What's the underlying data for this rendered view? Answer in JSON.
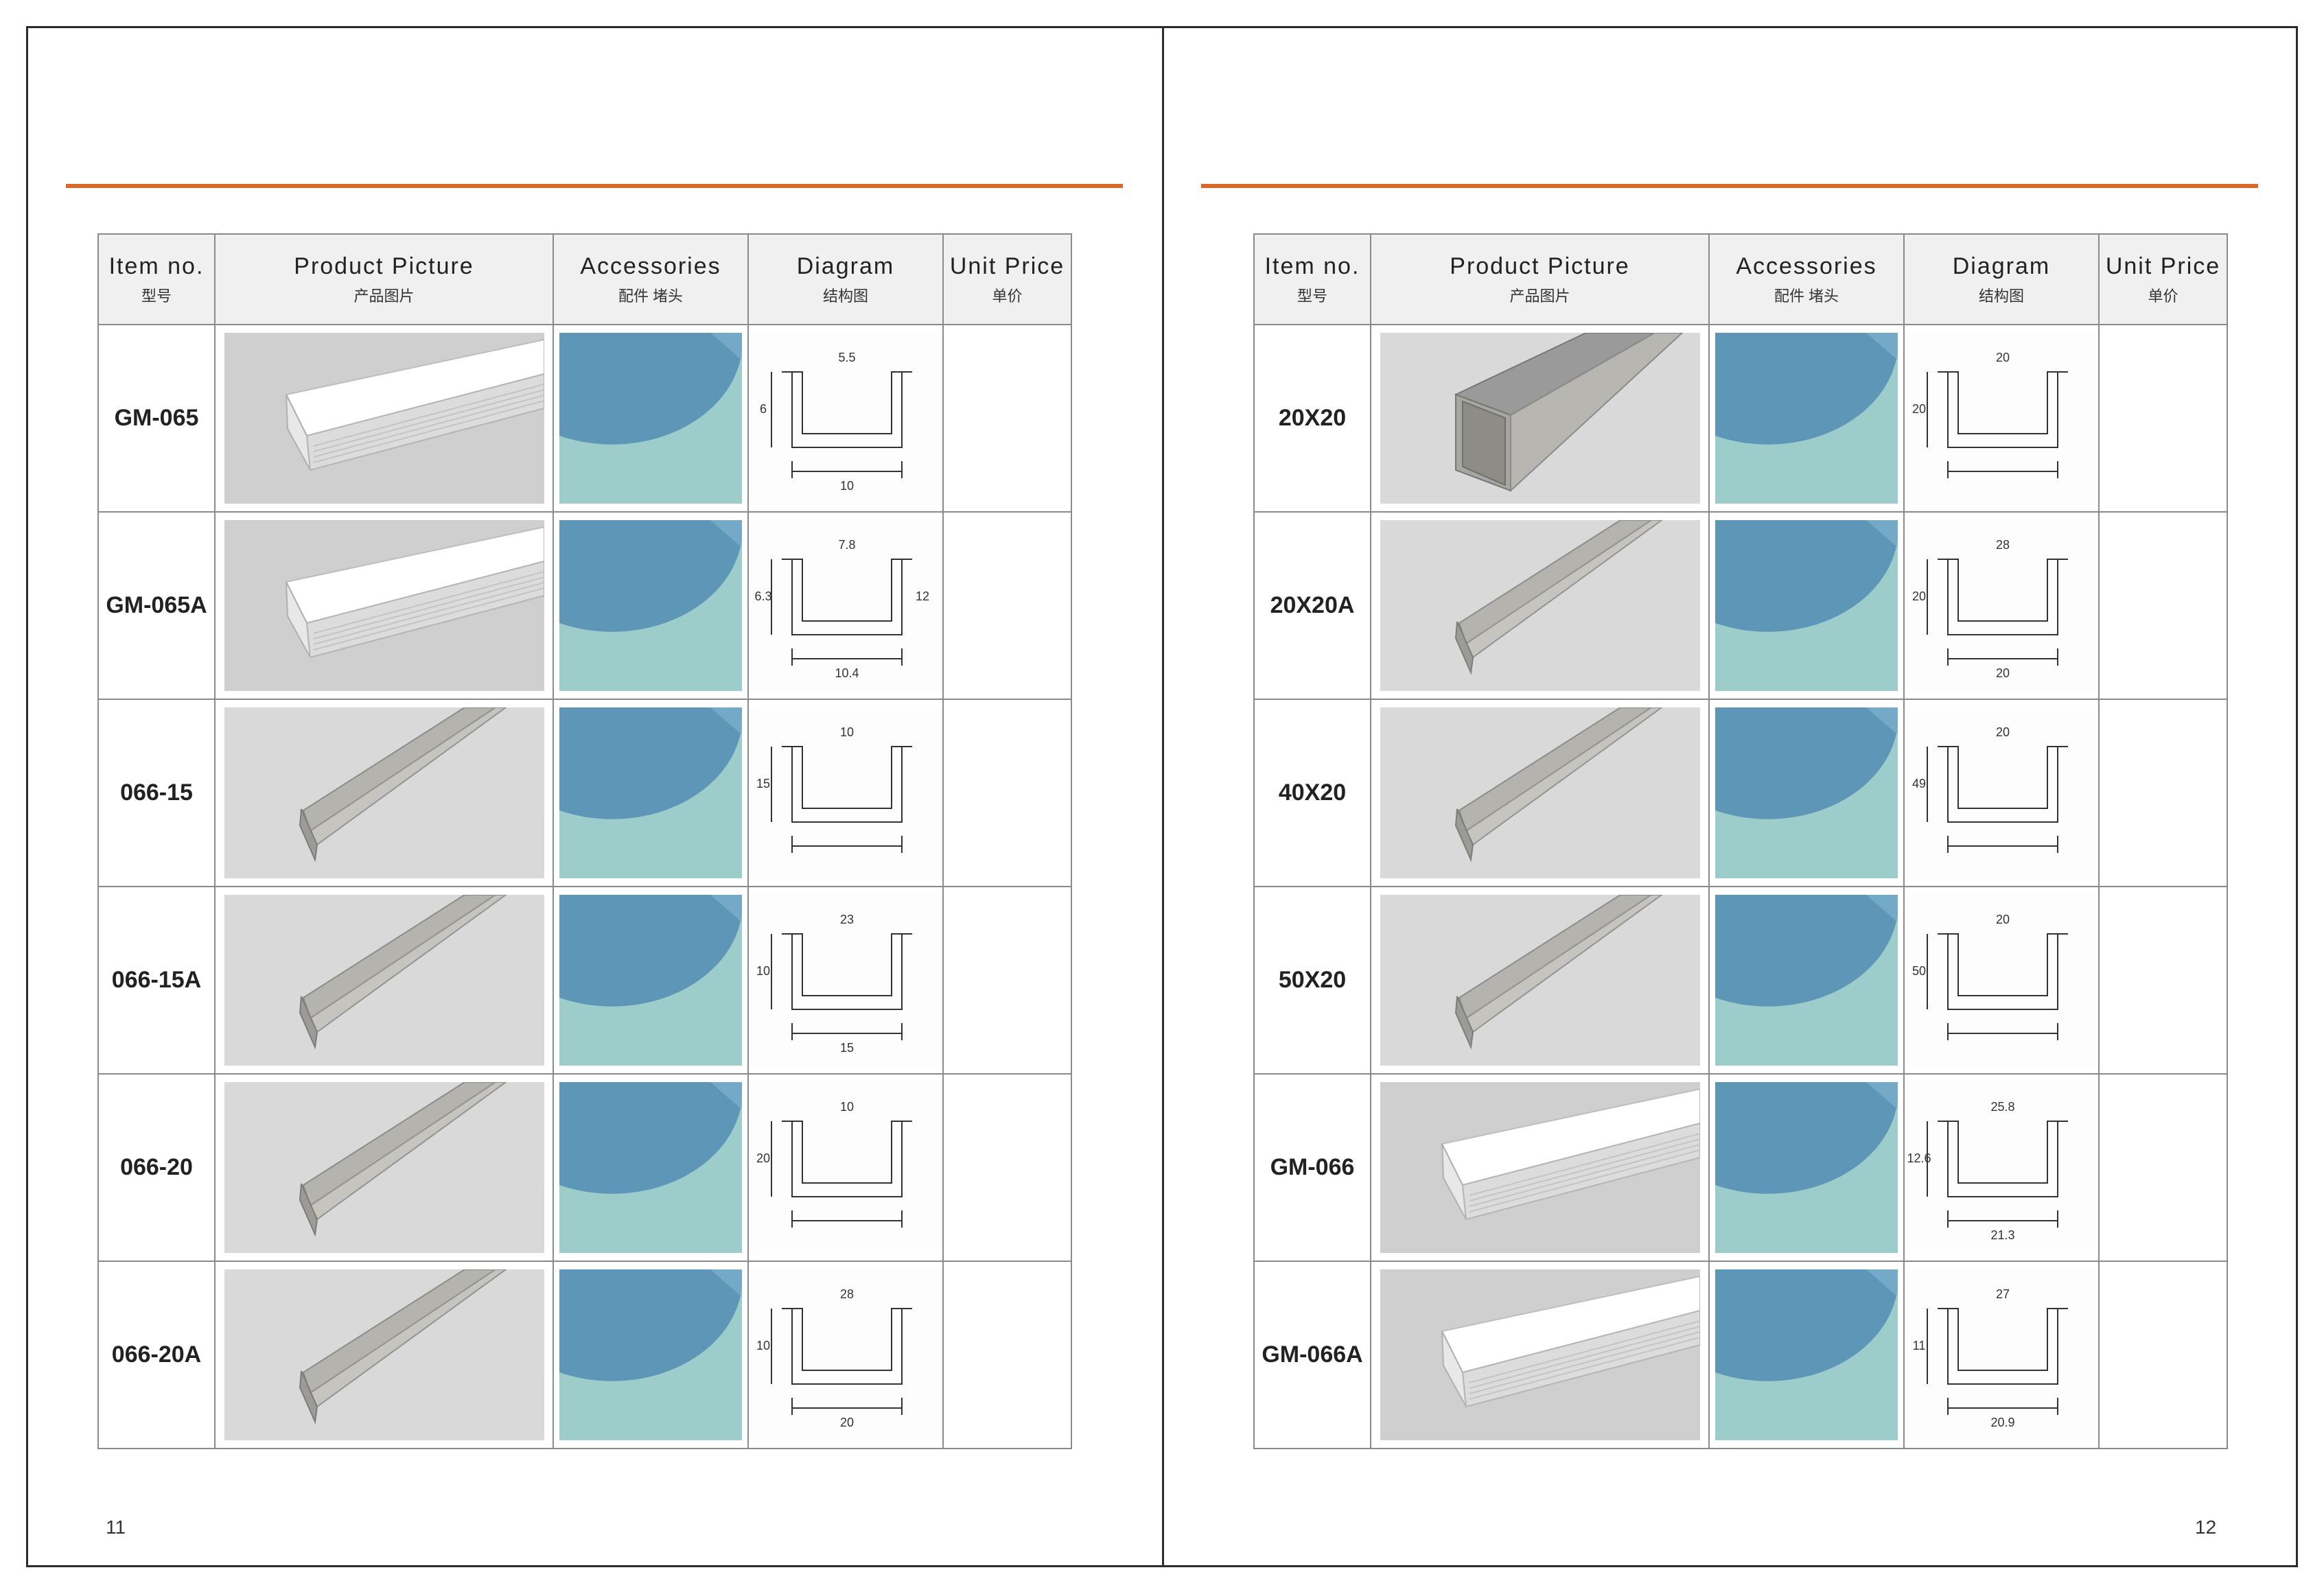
{
  "colors": {
    "accent_rule": "#d9692b",
    "acc_dark": "#5e96b8",
    "acc_light": "#9dcdcb",
    "border": "#8a8a8a"
  },
  "headers": {
    "item_no": "Item no.",
    "item_no_cn": "型号",
    "picture": "Product Picture",
    "picture_cn": "产品图片",
    "accessories": "Accessories",
    "accessories_cn": "配件 堵头",
    "diagram": "Diagram",
    "diagram_cn": "结构图",
    "price": "Unit Price",
    "price_cn": "单价"
  },
  "left_page": {
    "page_number": "11",
    "rows": [
      {
        "item": "GM-065",
        "dims": [
          "5.5",
          "6",
          "10"
        ]
      },
      {
        "item": "GM-065A",
        "dims": [
          "7.8",
          "6.3",
          "10.4",
          "12"
        ]
      },
      {
        "item": "066-15",
        "dims": [
          "10",
          "15"
        ]
      },
      {
        "item": "066-15A",
        "dims": [
          "23",
          "10",
          "15"
        ]
      },
      {
        "item": "066-20",
        "dims": [
          "10",
          "20"
        ]
      },
      {
        "item": "066-20A",
        "dims": [
          "28",
          "10",
          "20"
        ]
      }
    ]
  },
  "right_page": {
    "page_number": "12",
    "rows": [
      {
        "item": "20X20",
        "dims": [
          "20",
          "20"
        ]
      },
      {
        "item": "20X20A",
        "dims": [
          "28",
          "20",
          "20"
        ]
      },
      {
        "item": "40X20",
        "dims": [
          "20",
          "49"
        ]
      },
      {
        "item": "50X20",
        "dims": [
          "20",
          "50"
        ]
      },
      {
        "item": "GM-066",
        "dims": [
          "25.8",
          "12.6",
          "21.3"
        ]
      },
      {
        "item": "GM-066A",
        "dims": [
          "27",
          "11",
          "20.9"
        ]
      }
    ]
  }
}
